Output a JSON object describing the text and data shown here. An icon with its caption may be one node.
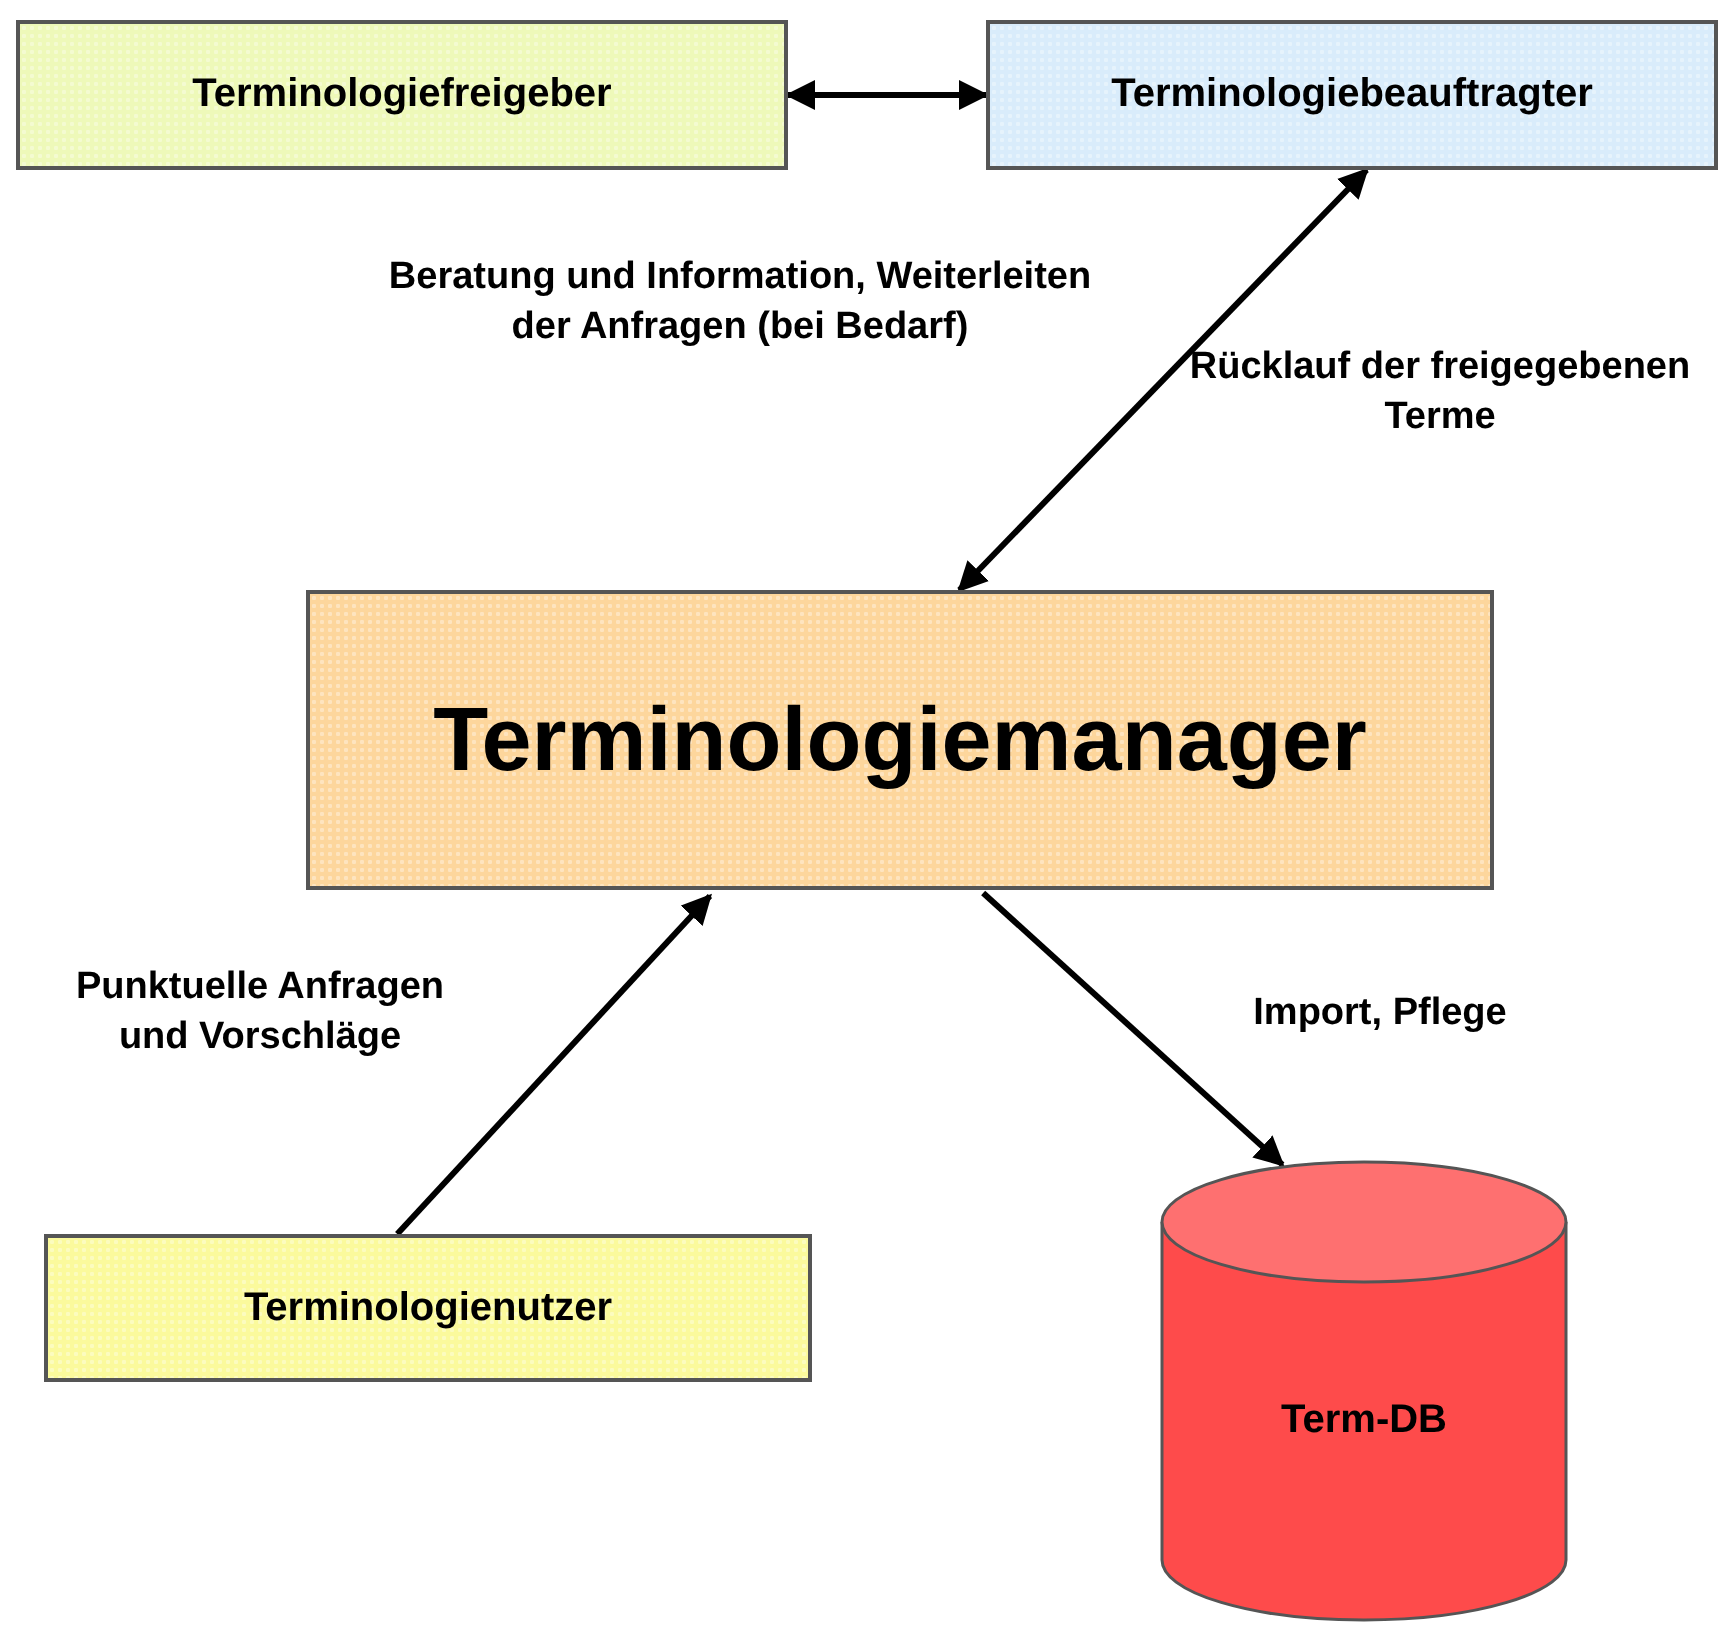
{
  "diagram": {
    "nodes": [
      {
        "text": [
          "Terminologiefreigeber"
        ]
      },
      {
        "text": [
          "Terminologiebeauftragter"
        ]
      },
      {
        "text": [
          "Terminologiemanager"
        ]
      },
      {
        "text": [
          "Terminologienutzer"
        ]
      },
      {
        "text": [
          "Term-DB"
        ]
      }
    ],
    "edges": [
      {
        "from": 0,
        "to": 1,
        "arrow": "both"
      },
      {
        "from": 1,
        "to": 2,
        "arrow": "both",
        "label": "Beratung und Information, Weiterleiten der Anfragen (bei Bedarf)"
      },
      {
        "from": 3,
        "to": 2,
        "arrow": "to",
        "label": "Punktuelle Anfragen und Vorschläge"
      },
      {
        "from": 2,
        "to": 4,
        "arrow": "to",
        "label": "Import, Pflege"
      }
    ],
    "labels": [
      "Rücklauf der freigegebenen Terme"
    ]
  }
}
